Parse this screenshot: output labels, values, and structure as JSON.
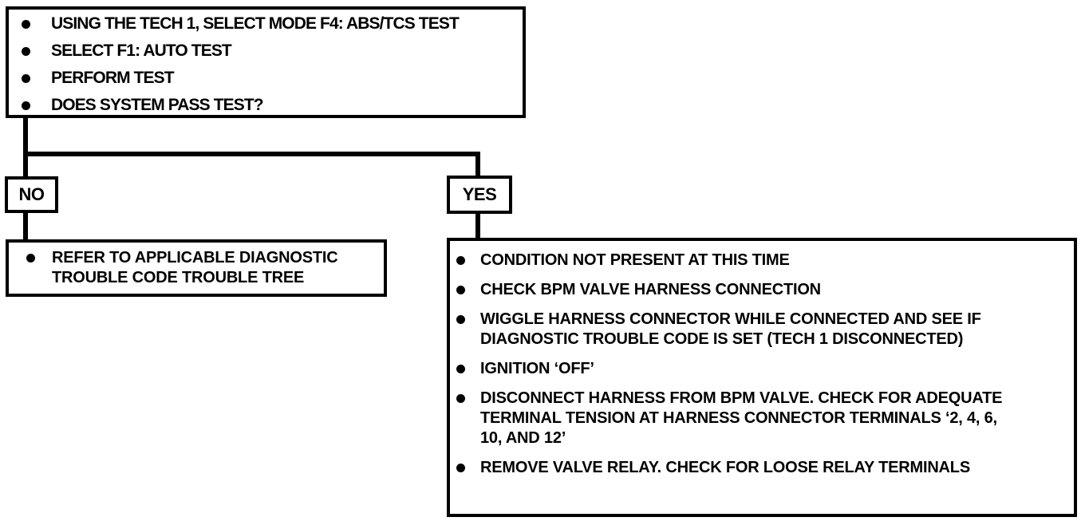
{
  "diagram": {
    "background_color": "#ffffff",
    "line_color": "#000000",
    "procedure_box": {
      "items": [
        "USING THE TECH 1, SELECT MODE F4: ABS/TCS TEST",
        "SELECT F1: AUTO TEST",
        "PERFORM TEST",
        "DOES SYSTEM PASS TEST?"
      ]
    },
    "no_branch": {
      "label": "NO",
      "items": [
        "REFER TO APPLICABLE DIAGNOSTIC\nTROUBLE CODE TROUBLE TREE"
      ]
    },
    "yes_branch": {
      "label": "YES",
      "items": [
        "CONDITION NOT PRESENT AT THIS TIME",
        "CHECK BPM VALVE HARNESS CONNECTION",
        "WIGGLE HARNESS CONNECTOR WHILE CONNECTED AND SEE IF\nDIAGNOSTIC TROUBLE CODE IS SET (TECH 1 DISCONNECTED)",
        "IGNITION ‘OFF’",
        "DISCONNECT HARNESS FROM BPM VALVE. CHECK FOR ADEQUATE\nTERMINAL TENSION AT HARNESS CONNECTOR TERMINALS ‘2, 4, 6,\n10, AND 12’",
        "REMOVE VALVE RELAY. CHECK FOR LOOSE RELAY TERMINALS"
      ]
    }
  }
}
